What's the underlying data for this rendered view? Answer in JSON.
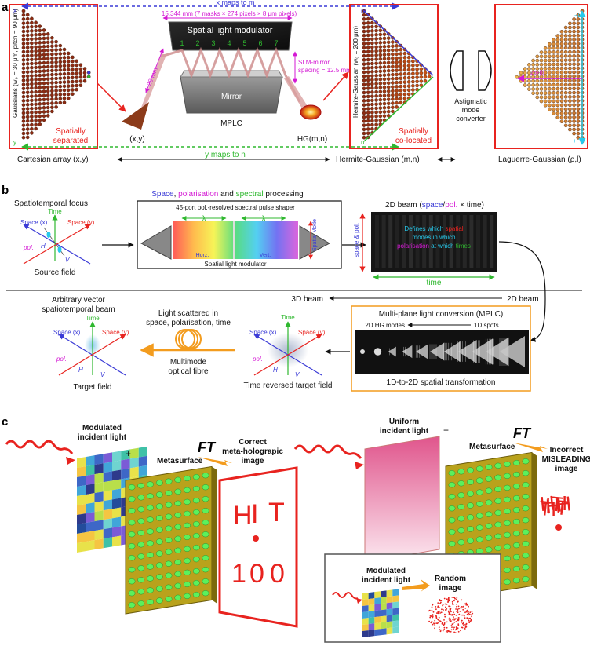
{
  "panels": {
    "a": "a",
    "b": "b",
    "c": "c"
  },
  "a": {
    "x_maps_to_m": "x maps to m",
    "y_maps_to_n": "y maps to n",
    "dims": "15,344 mm (7 masks × 274 pixels × 8 μm pixels)",
    "slm_title": "Spatial light modulator",
    "mask_numbers": [
      "1",
      "2",
      "3",
      "4",
      "5",
      "6",
      "7"
    ],
    "gaussians": "Gaussians (w₀ = 30 μm, pitch = 90 μm)",
    "x": "x",
    "y": "y",
    "spatially_separated_1": "Spatially",
    "spatially_separated_2": "separated",
    "twenty_mm": "20 mm",
    "slm_mirror_1": "SLM-mirror",
    "slm_mirror_2": "spacing = 12.5 mm",
    "mirror": "Mirror",
    "mplc": "MPLC",
    "xy": "(x,y)",
    "hg_mn": "HG(m,n)",
    "m": "m",
    "n": "n",
    "hermite_axis": "Hermite-Gaussian (w₀ = 200 μm)",
    "co_located_1": "Spatially",
    "co_located_2": "co-located",
    "astig_1": "Astigmatic",
    "astig_2": "mode",
    "astig_3": "converter",
    "minus_l": "−l",
    "plus_l": "+l",
    "two_p": "2p+|l|",
    "cartesian": "Cartesian array (x,y)",
    "hermite": "Hermite-Gaussian (m,n)",
    "laguerre": "Laguerre-Gaussian (ρ,l)"
  },
  "b": {
    "heading_space": "Space",
    "heading_sep1": ", ",
    "heading_pol": "polarisation",
    "heading_and": " and ",
    "heading_spectral": "spectral",
    "heading_end": " processing",
    "st_focus": "Spatiotemporal focus",
    "time": "Time",
    "space_x": "Space (x)",
    "space_y": "Space (y)",
    "pol": "pol.",
    "H": "H",
    "V": "V",
    "source_field": "Source field",
    "shaper_title": "45-port pol.-resolved spectral pulse shaper",
    "lambda": "λ",
    "horz": "Horz.",
    "vert": "Vert.",
    "spatial_mode": "Spatial Mode",
    "slm": "Spatial light modulator",
    "beam2d_a": "2D beam (",
    "beam2d_space": "space",
    "beam2d_slash": "/",
    "beam2d_pol": "pol.",
    "beam2d_b": " × time)",
    "defines_1a": "Defines which ",
    "defines_1b": "spatial",
    "defines_2": "modes in which",
    "defines_3a": "polarisation",
    "defines_3b": " at which ",
    "defines_3c": "times",
    "space_pol": "space & pol.",
    "time_axis": "time",
    "beam3d": "3D beam",
    "beam2d_right": "2D beam",
    "arb_1": "Arbitrary vector",
    "arb_2": "spatiotemporal beam",
    "scatter_1": "Light scattered in",
    "scatter_2": "space, polarisation, time",
    "mmf_1": "Multimode",
    "mmf_2": "optical fibre",
    "target_field": "Target field",
    "time_reversed": "Time reversed target field",
    "mplc_title": "Multi-plane light conversion (MPLC)",
    "hg_modes": "2D HG modes",
    "spots_1d": "1D spots",
    "transform": "1D-to-2D spatial transformation"
  },
  "c": {
    "modulated_1": "Modulated",
    "modulated_2": "incident light",
    "plus": "+",
    "metasurface": "Metasurface",
    "ft": "FT",
    "correct_1": "Correct",
    "correct_2": "meta-holograpic",
    "correct_3": "image",
    "holo_row1": [
      "H",
      "I",
      "T"
    ],
    "holo_row2": [
      "1",
      "0",
      "0"
    ],
    "uniform_1": "Uniform",
    "uniform_2": "incident light",
    "incorrect_1": "Incorrect",
    "incorrect_2": "MISLEADING",
    "incorrect_3": "image",
    "inset_mod_1": "Modulated",
    "inset_mod_2": "incident light",
    "random_1": "Random",
    "random_2": "image"
  },
  "colors": {
    "red": "#e8231f",
    "blue": "#3a3ad6",
    "green": "#2fb82f",
    "magenta": "#d419d4",
    "cyan": "#27c9ec",
    "orange": "#f39c1e",
    "gold": "#b9a21c",
    "bead": "#8c2a12"
  }
}
